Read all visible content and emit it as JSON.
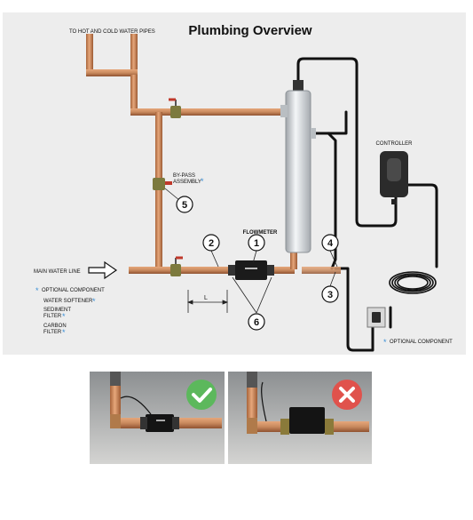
{
  "title": "Plumbing Overview",
  "labels": {
    "pipes_top": "TO HOT AND COLD WATER PIPES",
    "bypass_line1": "BY-PASS",
    "bypass_line2": "ASSEMBLY",
    "flowmeter": "FLOWMETER",
    "controller": "CONTROLLER",
    "main_water_line": "MAIN WATER LINE",
    "optional_component": "OPTIONAL COMPONENT",
    "water_softener": "WATER SOFTENER",
    "sediment_line1": "SEDIMENT",
    "sediment_line2": "FILTER",
    "carbon_line1": "CARBON",
    "carbon_line2": "FILTER",
    "optional_component_right": "OPTIONAL COMPONENT",
    "dimension": "L",
    "asterisk": "*"
  },
  "callouts": [
    "1",
    "2",
    "3",
    "4",
    "5",
    "6"
  ],
  "colors": {
    "copper": "#c98a5e",
    "background": "#ededed",
    "cable": "#111111",
    "check_green": "#5cb85c",
    "cross_red": "#e0524c",
    "optional_star": "#3a8fd6"
  },
  "icons": {
    "correct": "check-icon",
    "incorrect": "cross-icon"
  }
}
